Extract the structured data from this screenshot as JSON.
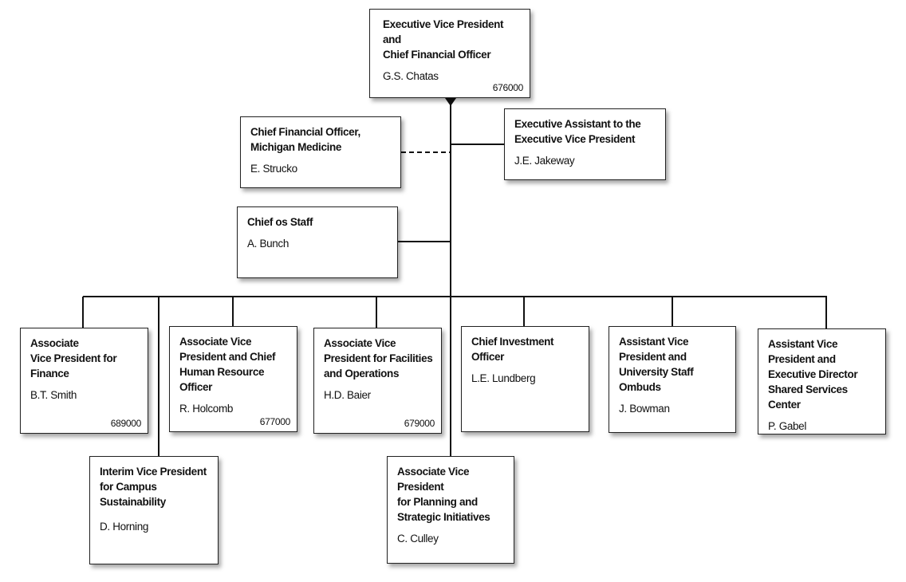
{
  "nodes": {
    "evp": {
      "title": "Executive Vice President and\nChief Financial Officer",
      "name": "G.S. Chatas",
      "code": "676000"
    },
    "cfo_med": {
      "title": "Chief Financial Officer,\nMichigan Medicine",
      "name": "E. Strucko"
    },
    "exec_asst": {
      "title": "Executive Assistant to the\nExecutive Vice President",
      "name": "J.E. Jakeway"
    },
    "chief_staff": {
      "title": "Chief os Staff",
      "name": "A. Bunch"
    },
    "avp_finance": {
      "title": "Associate\nVice President for\nFinance",
      "name": "B.T. Smith",
      "code": "689000"
    },
    "avp_hr": {
      "title": "Associate Vice\nPresident and Chief\nHuman Resource Officer",
      "name": "R. Holcomb",
      "code": "677000"
    },
    "avp_facilities": {
      "title": "Associate Vice\nPresident for Facilities\nand Operations",
      "name": "H.D. Baier",
      "code": "679000"
    },
    "cio": {
      "title": "Chief Investment Officer",
      "name": "L.E. Lundberg"
    },
    "avp_ombuds": {
      "title": "Assistant Vice\nPresident and\nUniversity Staff Ombuds",
      "name": "J. Bowman"
    },
    "avp_shared": {
      "title": "Assistant Vice\nPresident and\nExecutive Director\nShared Services Center",
      "name": "P. Gabel"
    },
    "ivp_sustain": {
      "title": "Interim Vice President\nfor Campus\nSustainability",
      "name": "D. Horning"
    },
    "avp_planning": {
      "title": "Associate Vice President\nfor Planning and\nStrategic Initiatives",
      "name": "C. Culley"
    }
  },
  "colors": {
    "line": "#111111",
    "box_border": "#222222",
    "background": "#ffffff"
  }
}
